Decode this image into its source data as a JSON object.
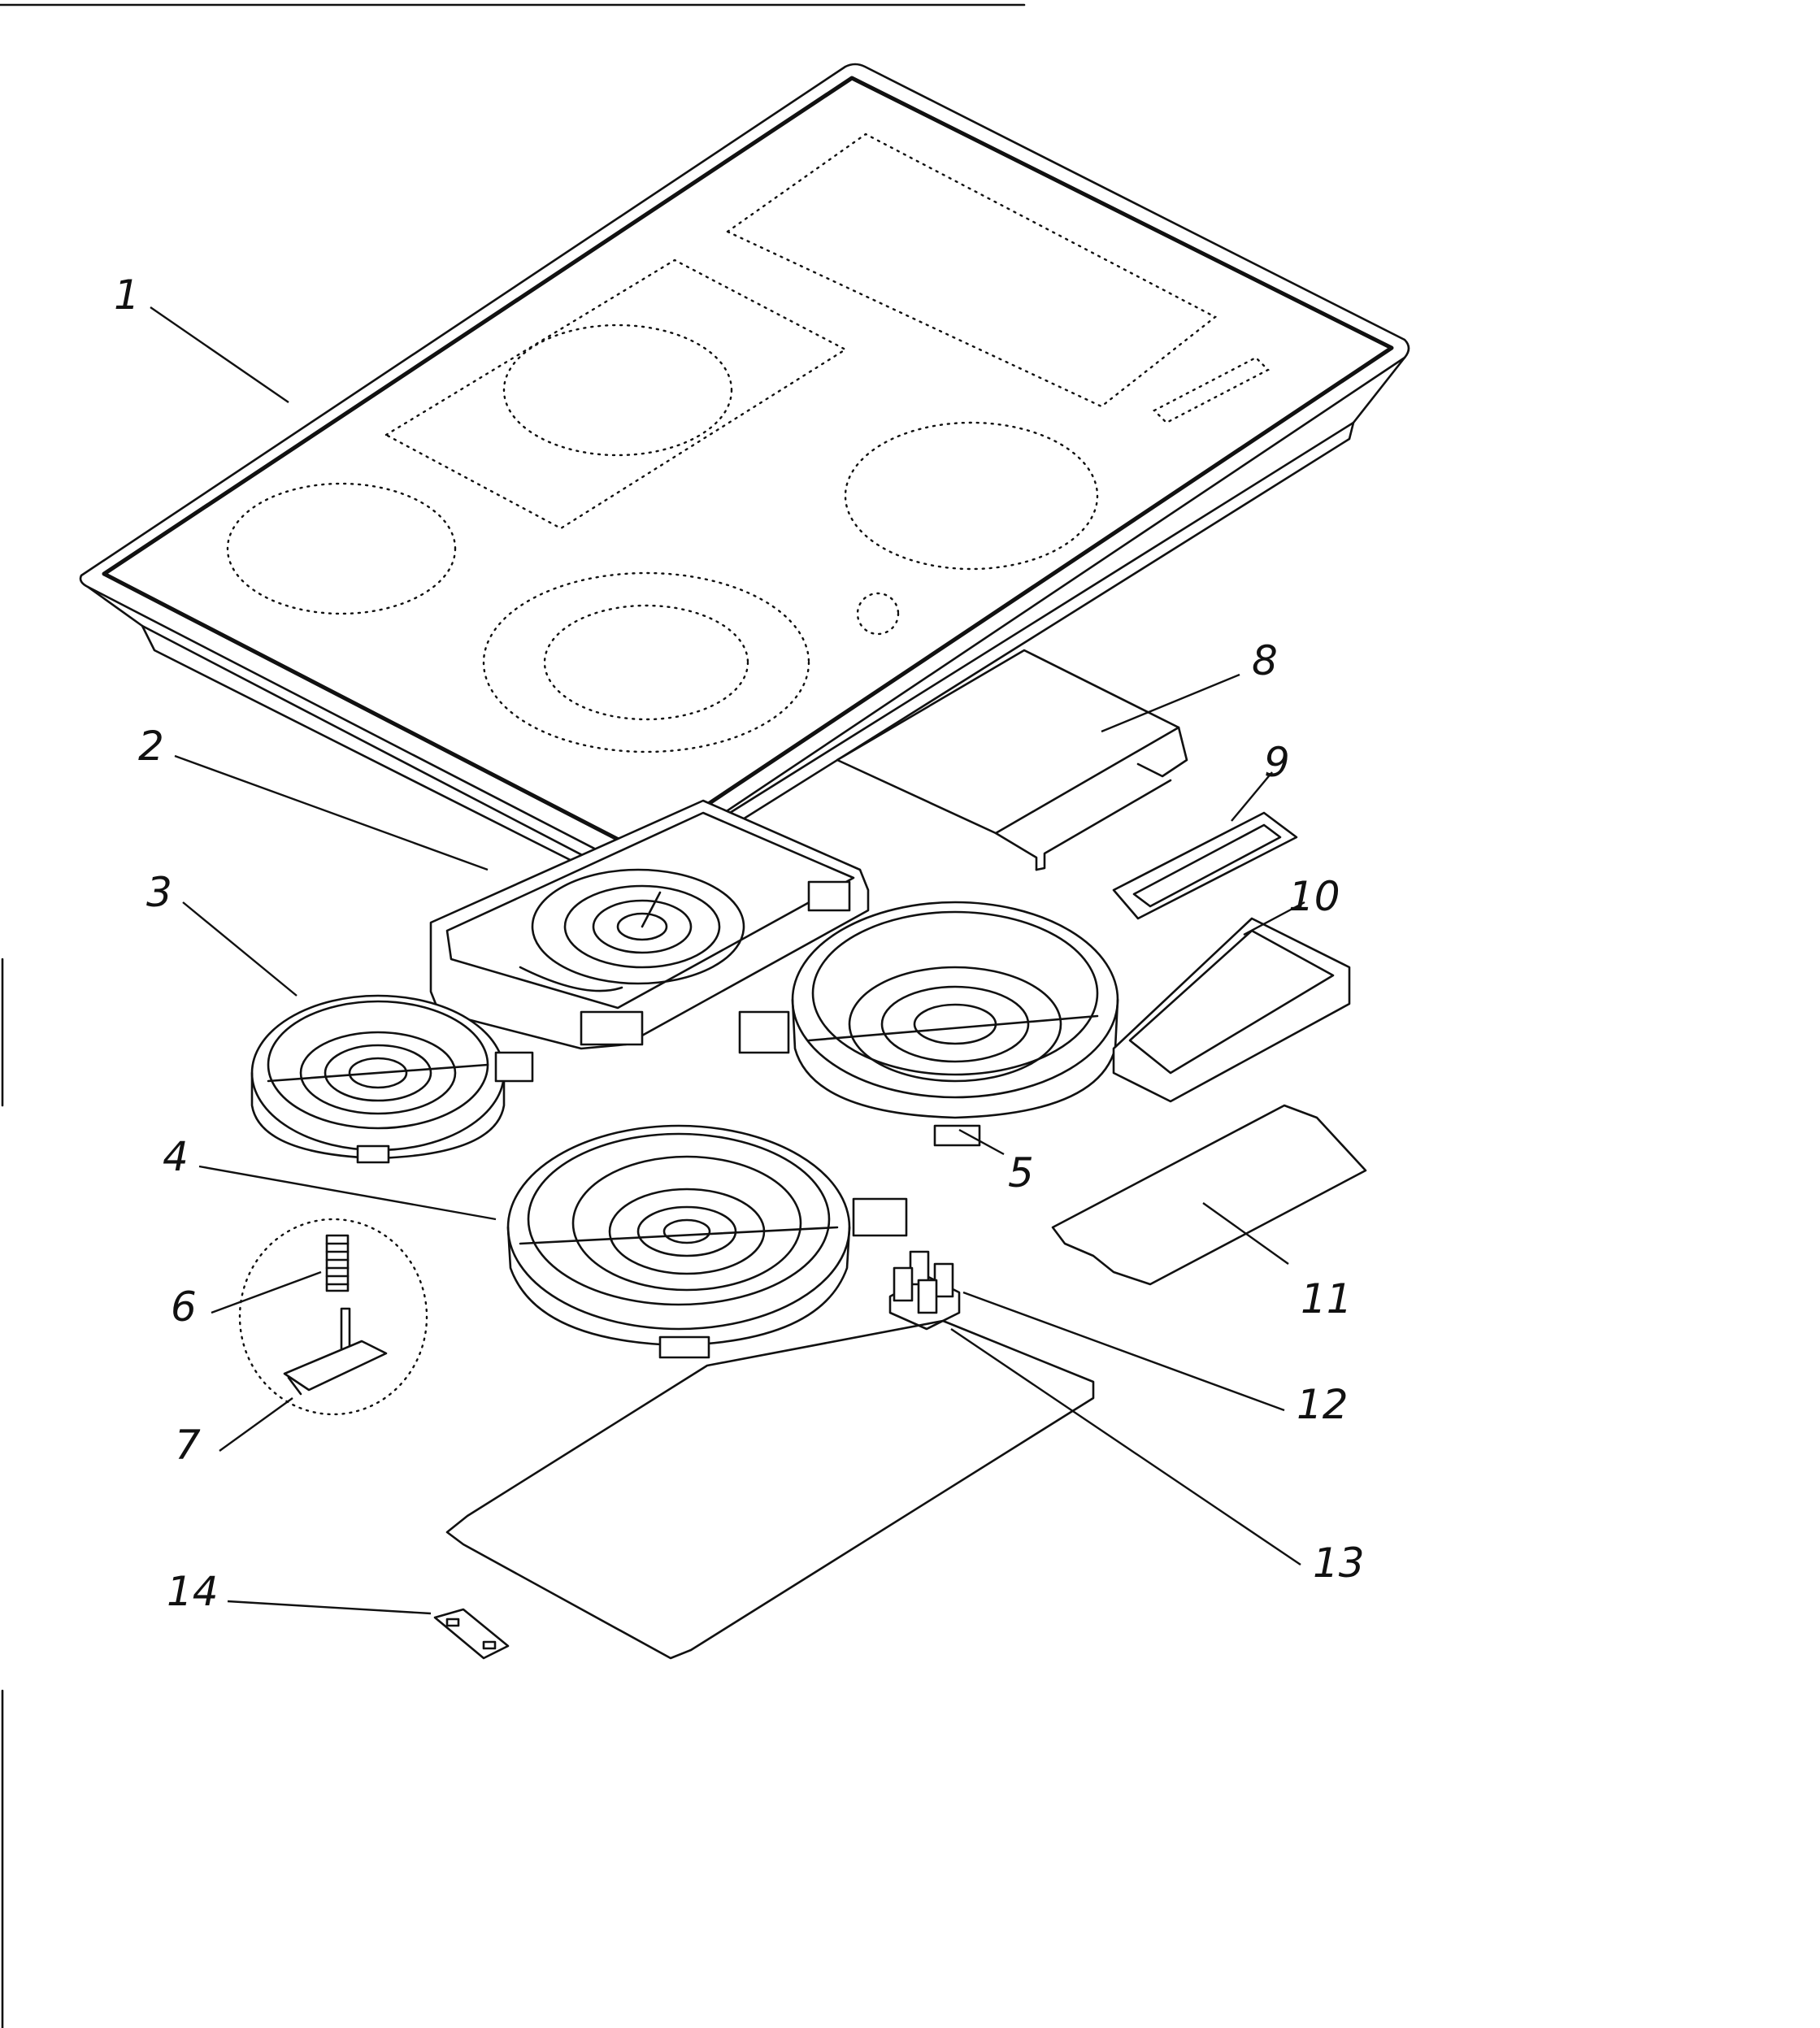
{
  "diagram": {
    "parts": [
      {
        "id": "part-1",
        "label": "1"
      },
      {
        "id": "part-2",
        "label": "2"
      },
      {
        "id": "part-3",
        "label": "3"
      },
      {
        "id": "part-4",
        "label": "4"
      },
      {
        "id": "part-5",
        "label": "5"
      },
      {
        "id": "part-6",
        "label": "6"
      },
      {
        "id": "part-7",
        "label": "7"
      },
      {
        "id": "part-8",
        "label": "8"
      },
      {
        "id": "part-9",
        "label": "9"
      },
      {
        "id": "part-10",
        "label": "10"
      },
      {
        "id": "part-11",
        "label": "11"
      },
      {
        "id": "part-12",
        "label": "12"
      },
      {
        "id": "part-13",
        "label": "13"
      },
      {
        "id": "part-14",
        "label": "14"
      }
    ]
  }
}
